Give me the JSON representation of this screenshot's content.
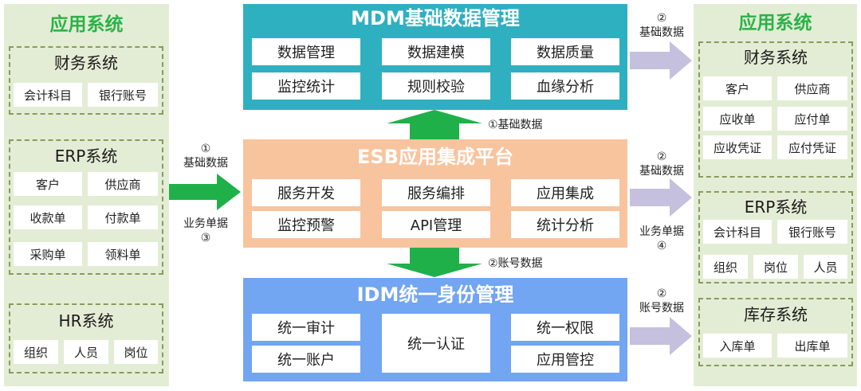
{
  "left_panel": {
    "title": "应用系统",
    "finance": {
      "title": "财务系统",
      "items": [
        "会计科目",
        "银行账号"
      ]
    },
    "erp": {
      "title": "ERP系统",
      "items": [
        "客户",
        "供应商",
        "收款单",
        "付款单",
        "采购单",
        "领料单"
      ]
    },
    "hr": {
      "title": "HR系统",
      "items": [
        "组织",
        "人员",
        "岗位"
      ]
    }
  },
  "right_panel": {
    "title": "应用系统",
    "finance": {
      "title": "财务系统",
      "items": [
        "客户",
        "供应商",
        "应收单",
        "应付单",
        "应收凭证",
        "应付凭证"
      ]
    },
    "erp": {
      "title": "ERP系统",
      "items": [
        "会计科目",
        "银行账号",
        "组织",
        "岗位",
        "人员"
      ]
    },
    "inventory": {
      "title": "库存系统",
      "items": [
        "入库单",
        "出库单"
      ]
    }
  },
  "mdm": {
    "title": "MDM基础数据管理",
    "items": [
      "数据管理",
      "数据建模",
      "数据质量",
      "监控统计",
      "规则校验",
      "血缘分析"
    ]
  },
  "esb": {
    "title": "ESB应用集成平台",
    "items": [
      "服务开发",
      "服务编排",
      "应用集成",
      "监控预警",
      "API管理",
      "统计分析"
    ]
  },
  "idm": {
    "title": "IDM统一身份管理",
    "items": [
      "统一审计",
      "统一认证",
      "统一权限",
      "统一账户",
      "应用管控"
    ]
  },
  "flows": {
    "left_in_top_num": "①",
    "left_in_top_text": "基础数据",
    "left_in_bottom_text": "业务单据",
    "left_in_bottom_num": "③",
    "esb_to_mdm": "①基础数据",
    "esb_to_idm": "②账号数据",
    "mdm_out_num": "②",
    "mdm_out_text": "基础数据",
    "esb_out_top_num": "②",
    "esb_out_top_text": "基础数据",
    "esb_out_bottom_text": "业务单据",
    "esb_out_bottom_num": "④",
    "idm_out_num": "②",
    "idm_out_text": "账号数据"
  },
  "colors": {
    "panel_bg": "#e3edd5",
    "panel_title": "#2bb248",
    "mdm_bg": "#2fb0c1",
    "esb_bg": "#f8c49e",
    "idm_bg": "#72a5f2",
    "green_arrow": "#20b04a",
    "purple_arrow": "#c5c0dd"
  }
}
